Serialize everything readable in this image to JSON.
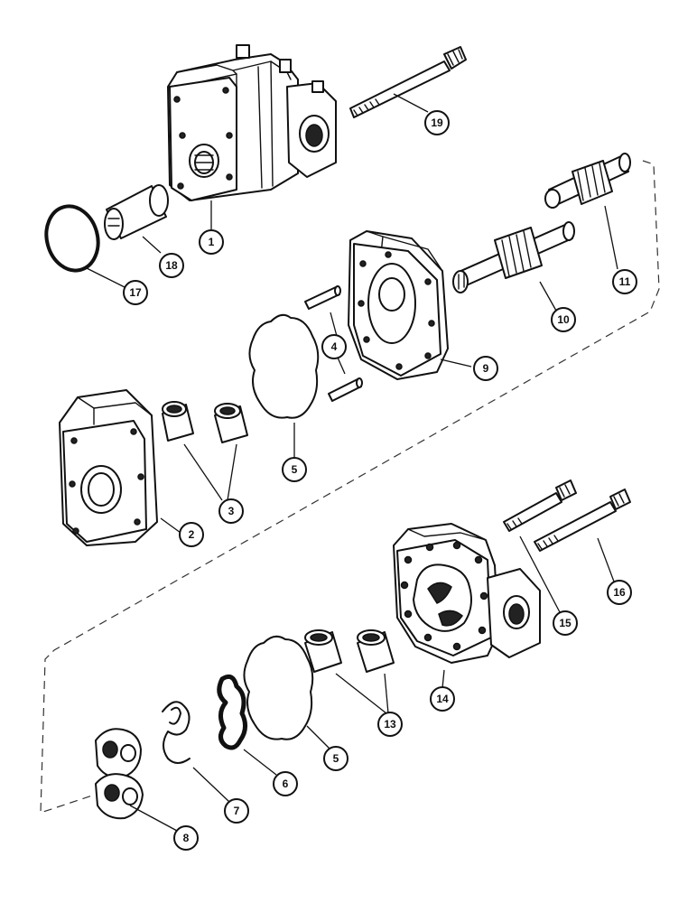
{
  "diagram": {
    "callouts": [
      {
        "id": "c1",
        "label": "1"
      },
      {
        "id": "c2",
        "label": "2"
      },
      {
        "id": "c3",
        "label": "3"
      },
      {
        "id": "c4",
        "label": "4"
      },
      {
        "id": "c5a",
        "label": "5"
      },
      {
        "id": "c5b",
        "label": "5"
      },
      {
        "id": "c6",
        "label": "6"
      },
      {
        "id": "c7",
        "label": "7"
      },
      {
        "id": "c8",
        "label": "8"
      },
      {
        "id": "c9",
        "label": "9"
      },
      {
        "id": "c10",
        "label": "10"
      },
      {
        "id": "c11",
        "label": "11"
      },
      {
        "id": "c13",
        "label": "13"
      },
      {
        "id": "c14",
        "label": "14"
      },
      {
        "id": "c15",
        "label": "15"
      },
      {
        "id": "c16",
        "label": "16"
      },
      {
        "id": "c17",
        "label": "17"
      },
      {
        "id": "c18",
        "label": "18"
      },
      {
        "id": "c19",
        "label": "19"
      }
    ]
  }
}
